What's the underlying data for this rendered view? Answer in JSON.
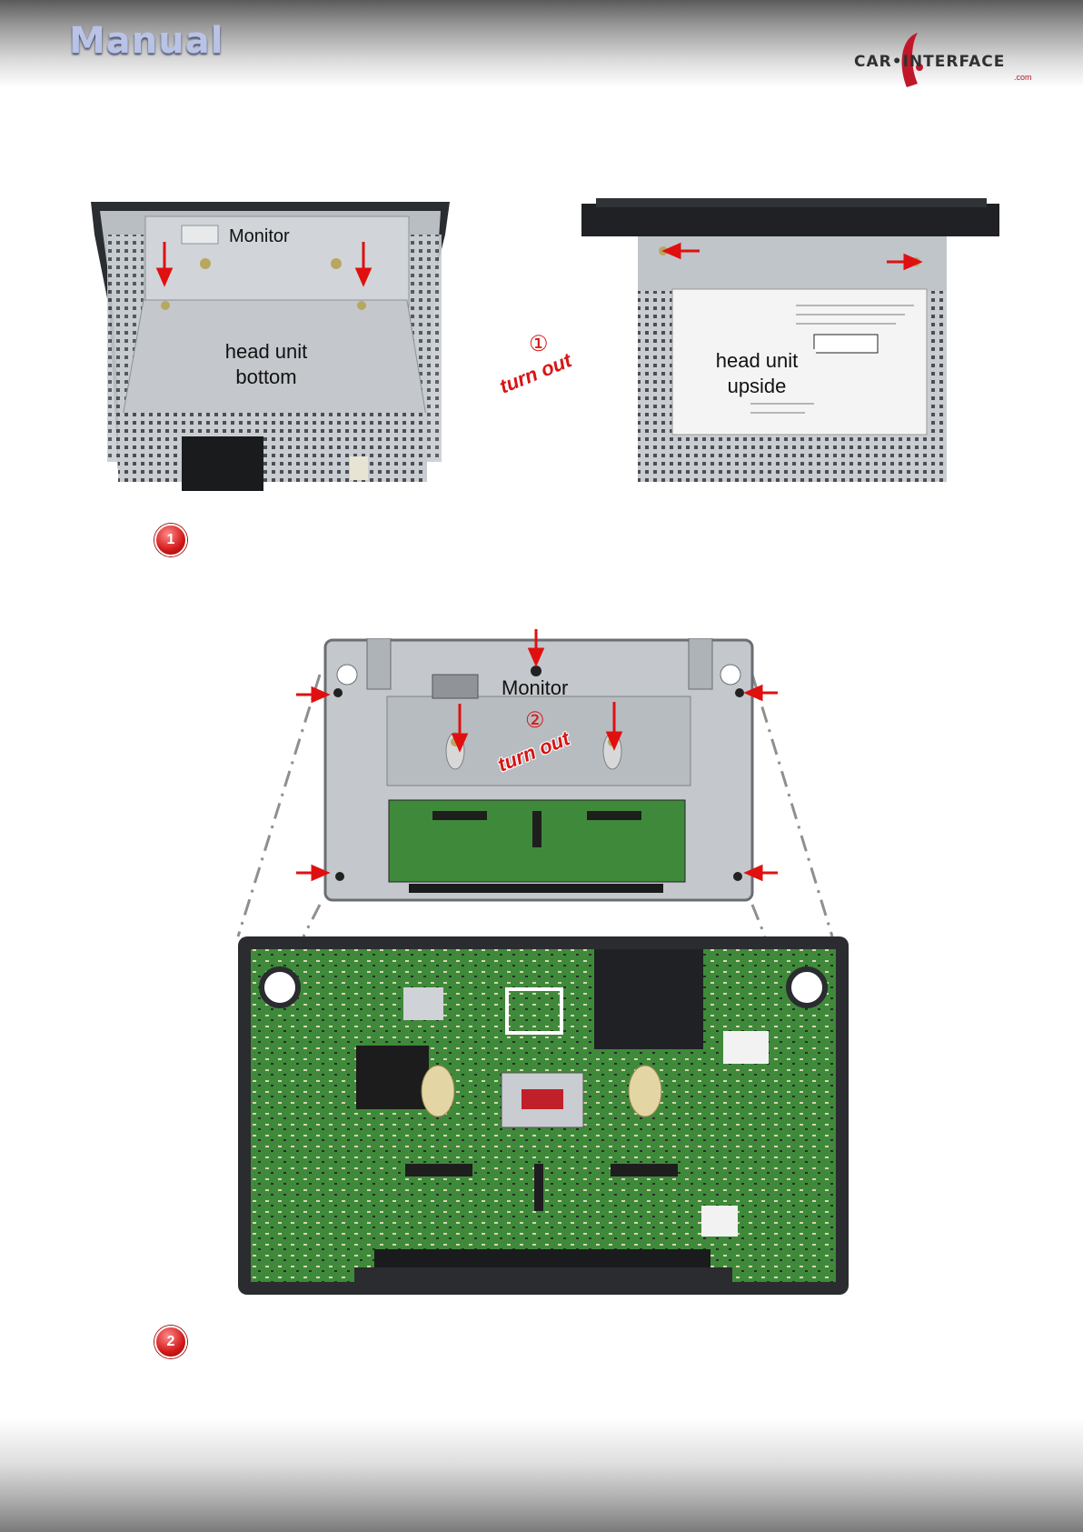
{
  "header": {
    "title": "Manual",
    "logo_text": "CAR•INTERFACE",
    "logo_sub": ".com"
  },
  "step1": {
    "badge": "1",
    "photo_left": {
      "monitor_label": "Monitor",
      "unit_label_line1": "head unit",
      "unit_label_line2": "bottom"
    },
    "photo_right": {
      "unit_label_line1": "head unit",
      "unit_label_line2": "upside"
    },
    "circled": "①",
    "action": "turn out"
  },
  "step2": {
    "badge": "2",
    "monitor_label": "Monitor",
    "circled": "②",
    "action": "turn out"
  },
  "colors": {
    "arrow": "#e01010",
    "badge": "#d31818",
    "pcb": "#3f8a3a",
    "frame": "#c4c8cc"
  }
}
